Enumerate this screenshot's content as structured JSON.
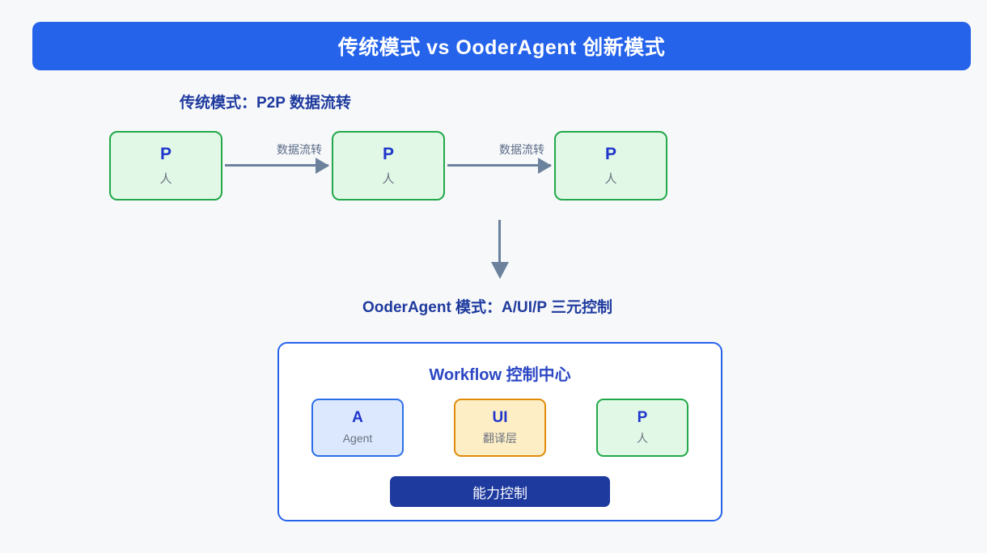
{
  "banner": {
    "title": "传统模式 vs OoderAgent 创新模式",
    "color": "#2563eb"
  },
  "traditional_section": {
    "heading": "传统模式：P2P 数据流转",
    "nodes": [
      {
        "code": "P",
        "sub": "人"
      },
      {
        "code": "P",
        "sub": "人"
      },
      {
        "code": "P",
        "sub": "人"
      }
    ],
    "arrow_labels": [
      "数据流转",
      "数据流转"
    ],
    "node_border_color": "#22a84a",
    "node_fill_color": "#e1f8e6",
    "arrow_color": "#6c819c"
  },
  "transition": {
    "arrow_direction": "down",
    "arrow_color": "#6c819c"
  },
  "ooder_section": {
    "heading": "OoderAgent 模式：A/UI/P 三元控制",
    "panel": {
      "title": "Workflow 控制中心",
      "border_color": "#2563eb",
      "triad": [
        {
          "code": "A",
          "sub": "Agent",
          "border_color": "#2b6fe8",
          "fill_color": "#dbe8fd"
        },
        {
          "code": "UI",
          "sub": "翻译层",
          "border_color": "#e08b0a",
          "fill_color": "#fdeec5"
        },
        {
          "code": "P",
          "sub": "人",
          "border_color": "#22a84a",
          "fill_color": "#e1f8e6"
        }
      ],
      "control_bar": {
        "label": "能力控制",
        "color": "#1e3a9e"
      }
    }
  }
}
